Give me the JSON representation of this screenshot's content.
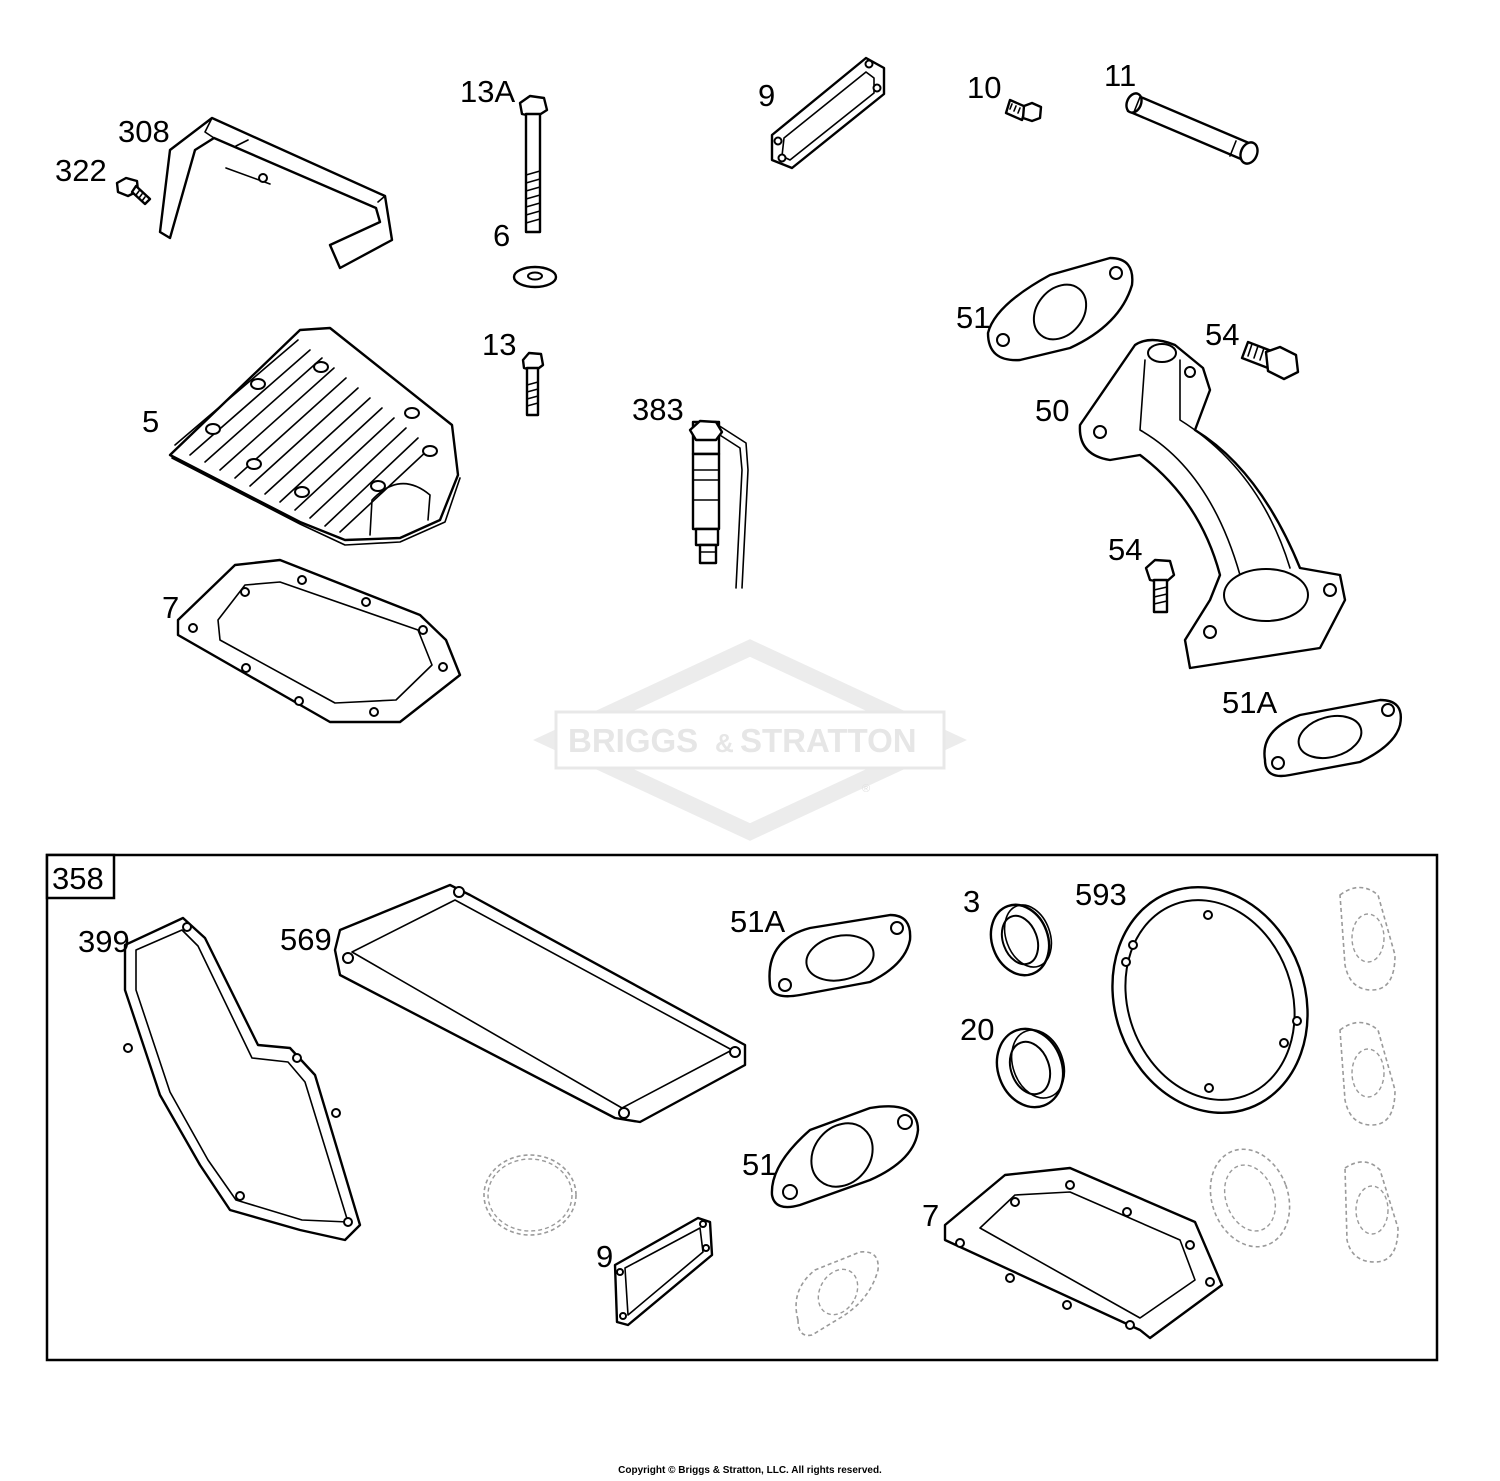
{
  "watermark": {
    "brand_left": "BRIGGS",
    "amp": "&",
    "brand_right": "STRATTON",
    "reg": "®"
  },
  "kit_label": "358",
  "labels": {
    "p308": "308",
    "p322": "322",
    "p13A": "13A",
    "p6": "6",
    "p13": "13",
    "p9": "9",
    "p10": "10",
    "p11": "11",
    "p51": "51",
    "p54a": "54",
    "p50": "50",
    "p54b": "54",
    "p51A": "51A",
    "p5": "5",
    "p383": "383",
    "p7": "7",
    "k399": "399",
    "k569": "569",
    "k51A": "51A",
    "k3": "3",
    "k593": "593",
    "k20": "20",
    "k51": "51",
    "k9": "9",
    "k7": "7"
  },
  "copyright": "Copyright © Briggs & Stratton, LLC. All rights reserved."
}
